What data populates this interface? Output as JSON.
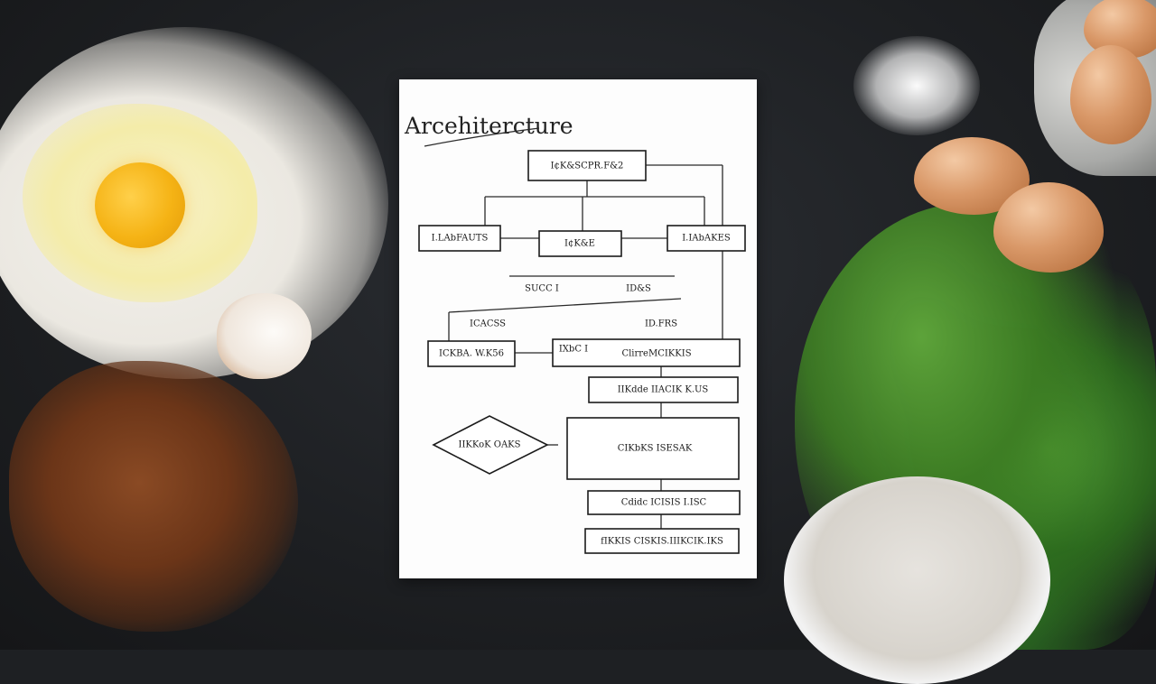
{
  "scene": {
    "items": [
      "flour-pile",
      "cracked-egg",
      "eggshell",
      "ground-spice",
      "salt-pile",
      "egg-bowl",
      "brown-eggs",
      "parsley-bunch",
      "flour-bowl"
    ]
  },
  "document": {
    "title": "Arcehitercture",
    "boxes": {
      "top": "I¢K&SCPR.F&2",
      "left": "I.LAbFAUTS",
      "center": "I¢K&E",
      "right": "I.IAbAKES",
      "mid_left": "ICKBA. W.K56",
      "mid_right": "IXbC I",
      "main_right": "ClirreMCIKKIS",
      "stage_3": "IIKdde IIACIK K.US",
      "decision": "IIKKoK\nOAKS",
      "big_box": "CIKbKS ISESAK",
      "stage_5": "Cdidc ICISIS I.ISC",
      "bottom": "fIKKIS CISKIS.IIIKCIK.IKS"
    },
    "annotations": {
      "dash_left": "SUCC I",
      "dash_right": "ID&S",
      "text_left": "ICACSS",
      "text_right": "ID.FRS"
    }
  }
}
